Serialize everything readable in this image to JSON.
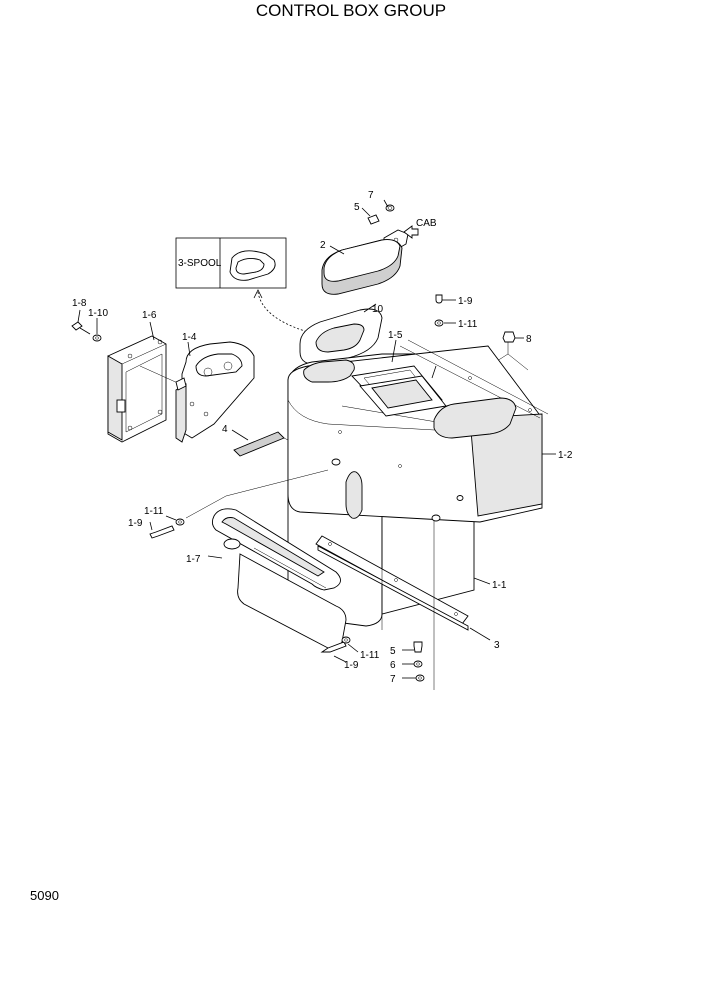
{
  "title": "CONTROL BOX GROUP",
  "page_number": "5090",
  "inset_label": "3-SPOOL",
  "cab_label": "CAB",
  "callouts": {
    "c_7a": "7",
    "c_5a": "5",
    "c_2": "2",
    "c_1_8": "1-8",
    "c_1_10": "1-10",
    "c_1_6": "1-6",
    "c_1_4": "1-4",
    "c_10": "10",
    "c_1_9a": "1-9",
    "c_1_11a": "1-11",
    "c_8": "8",
    "c_1_5": "1-5",
    "c_4": "4",
    "c_1_2": "1-2",
    "c_1_11b": "1-11",
    "c_1_9b": "1-9",
    "c_1_7": "1-7",
    "c_1_1": "1-1",
    "c_3": "3",
    "c_5b": "5",
    "c_6": "6",
    "c_7b": "7",
    "c_1_11c": "1-11",
    "c_1_9c": "1-9"
  }
}
